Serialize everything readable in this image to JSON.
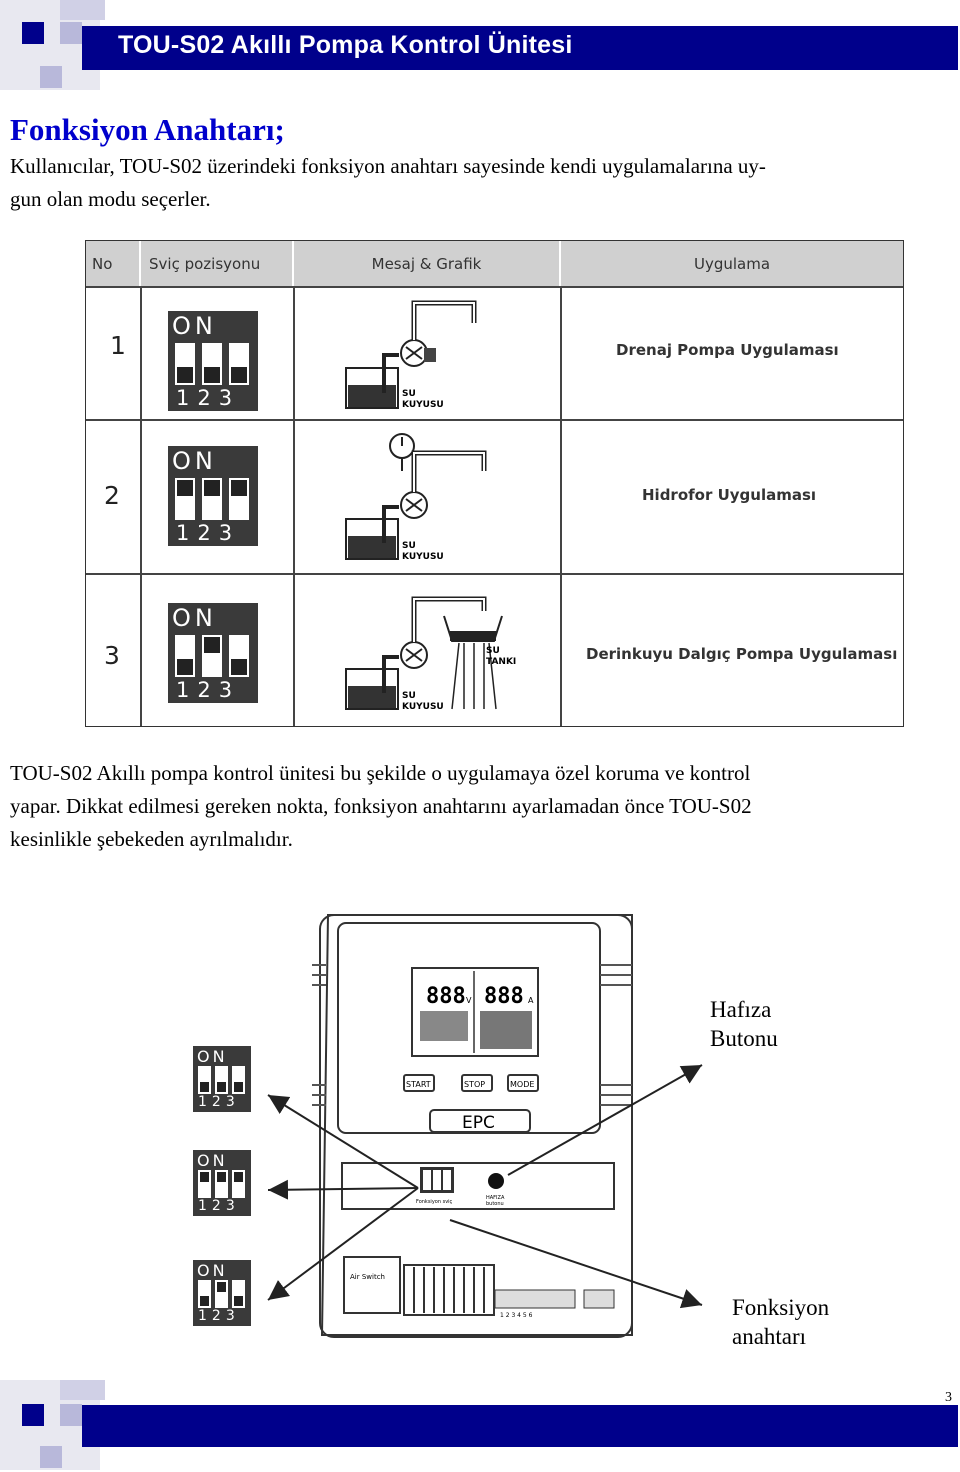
{
  "header": {
    "title": "TOU-S02 Akıllı Pompa Kontrol Ünitesi"
  },
  "section": {
    "title": "Fonksiyon Anahtarı;",
    "intro_line1": "Kullanıcılar, TOU-S02 üzerindeki fonksiyon anahtarı sayesinde kendi uygulamalarına uy-",
    "intro_line2": "gun olan modu seçerler."
  },
  "table": {
    "headers": {
      "no": "No",
      "switch": "Sviç pozisyonu",
      "graphic": "Mesaj & Grafik",
      "application": "Uygulama"
    },
    "rows": [
      {
        "no": "1",
        "application": "Drenaj Pompa Uygulaması",
        "well_label_1": "SU",
        "well_label_2": "KUYUSU",
        "switches_up": [
          false,
          false,
          false
        ]
      },
      {
        "no": "2",
        "application": "Hidrofor Uygulaması",
        "well_label_1": "SU",
        "well_label_2": "KUYUSU",
        "switches_up": [
          true,
          true,
          true
        ]
      },
      {
        "no": "3",
        "application": "Derinkuyu Dalgıç Pompa Uygulaması",
        "well_label_1": "SU",
        "well_label_2": "KUYUSU",
        "tank_label_1": "SU",
        "tank_label_2": "TANKI",
        "switches_up": [
          false,
          true,
          false
        ]
      }
    ],
    "dip_on": "ON",
    "dip_nums": "123"
  },
  "body": {
    "line1": "TOU-S02 Akıllı pompa kontrol ünitesi bu şekilde o uygulamaya özel koruma ve kontrol",
    "line2": "yapar.  Dikkat edilmesi gereken nokta, fonksiyon anahtarını ayarlamadan önce TOU-S02",
    "line3": "kesinlikle şebekeden ayrılmalıdır."
  },
  "device": {
    "display_left": "888",
    "display_right": "888",
    "unit_v": "V",
    "unit_a": "A",
    "buttons": [
      "START",
      "STOP",
      "MODE"
    ],
    "brand": "EPC",
    "switch_caption": "Fonksiyon sviç",
    "memory_caption_1": "HAFIZA",
    "memory_caption_2": "butonu",
    "breaker_label": "Air Switch",
    "terminal_nums": "1  2  3  4  5  6"
  },
  "callouts": {
    "memory_line1": "Hafıza",
    "memory_line2": "Butonu",
    "switch_line1": "Fonksiyon",
    "switch_line2": "anahtarı"
  },
  "page_number": "3",
  "colors": {
    "header_bar": "#00008b",
    "title_blue": "#0000cc",
    "table_header": "#d0d0d0"
  }
}
